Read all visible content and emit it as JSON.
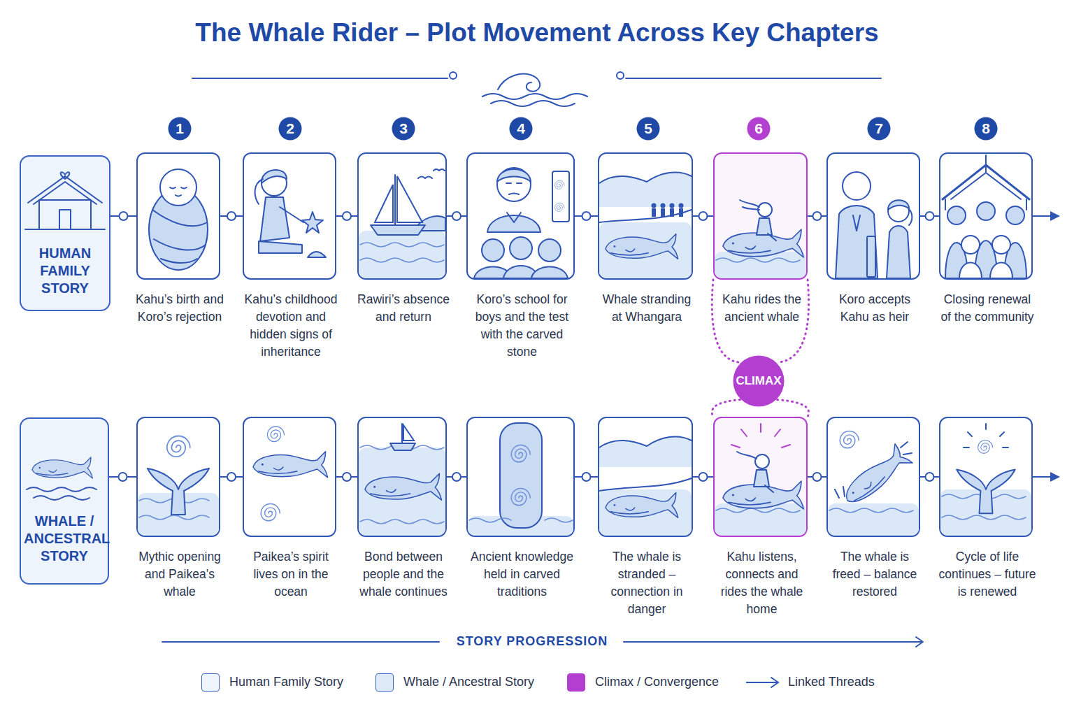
{
  "diagram": {
    "title": "The Whale Rider – Plot Movement Across Key Chapters",
    "nodes": [
      {
        "text": [
          "1"
        ]
      },
      {
        "text": [
          "2"
        ]
      },
      {
        "text": [
          "3"
        ]
      },
      {
        "text": [
          "4"
        ]
      },
      {
        "text": [
          "5"
        ]
      },
      {
        "text": [
          "6"
        ]
      },
      {
        "text": [
          "7"
        ]
      },
      {
        "text": [
          "8"
        ]
      },
      {
        "text": [
          "HUMAN FAMILY STORY"
        ]
      },
      {
        "text": [
          "Kahu’s birth and Koro’s rejection"
        ]
      },
      {
        "text": [
          "Kahu’s childhood devotion and hidden signs of inheritance"
        ]
      },
      {
        "text": [
          "Rawiri’s absence and return"
        ]
      },
      {
        "text": [
          "Koro’s school for boys and the test with the carved stone"
        ]
      },
      {
        "text": [
          "Whale stranding at Whangara"
        ]
      },
      {
        "text": [
          "Kahu rides the ancient whale"
        ]
      },
      {
        "text": [
          "Koro accepts Kahu as heir"
        ]
      },
      {
        "text": [
          "Closing renewal of the community"
        ]
      },
      {
        "text": [
          "CLIMAX"
        ]
      },
      {
        "text": [
          "WHALE / ANCESTRAL STORY"
        ]
      },
      {
        "text": [
          "Mythic opening and Paikea’s whale"
        ]
      },
      {
        "text": [
          "Paikea’s spirit lives on in the ocean"
        ]
      },
      {
        "text": [
          "Bond between people and the whale continues"
        ]
      },
      {
        "text": [
          "Ancient knowledge held in carved traditions"
        ]
      },
      {
        "text": [
          "The whale is stranded – connection in danger"
        ]
      },
      {
        "text": [
          "Kahu listens, connects and rides the whale home"
        ]
      },
      {
        "text": [
          "The whale is freed – balance restored"
        ]
      },
      {
        "text": [
          "Cycle of life continues – future is renewed"
        ]
      }
    ],
    "edges": [
      {
        "from": 8,
        "to": 9,
        "arrow": "none"
      },
      {
        "from": 9,
        "to": 10,
        "arrow": "none"
      },
      {
        "from": 10,
        "to": 11,
        "arrow": "none"
      },
      {
        "from": 11,
        "to": 12,
        "arrow": "none"
      },
      {
        "from": 12,
        "to": 13,
        "arrow": "none"
      },
      {
        "from": 13,
        "to": 14,
        "arrow": "none"
      },
      {
        "from": 14,
        "to": 15,
        "arrow": "none"
      },
      {
        "from": 15,
        "to": 16,
        "arrow": "none"
      },
      {
        "from": 18,
        "to": 19,
        "arrow": "none"
      },
      {
        "from": 19,
        "to": 20,
        "arrow": "none"
      },
      {
        "from": 20,
        "to": 21,
        "arrow": "none"
      },
      {
        "from": 21,
        "to": 22,
        "arrow": "none"
      },
      {
        "from": 22,
        "to": 23,
        "arrow": "none"
      },
      {
        "from": 23,
        "to": 24,
        "arrow": "none"
      },
      {
        "from": 24,
        "to": 25,
        "arrow": "none"
      },
      {
        "from": 25,
        "to": 26,
        "arrow": "none"
      },
      {
        "from": 14,
        "to": 17,
        "arrow": "none"
      },
      {
        "from": 17,
        "to": 24,
        "arrow": "none"
      }
    ],
    "labels": [
      "STORY PROGRESSION"
    ],
    "legend": [
      {
        "text": "Human Family Story",
        "color": "#f0f5fd"
      },
      {
        "text": "Whale / Ancestral Story",
        "color": "#dfeaf8"
      },
      {
        "text": "Climax / Convergence",
        "color": "#b23fcf"
      },
      {
        "text": "Linked Threads"
      }
    ]
  }
}
